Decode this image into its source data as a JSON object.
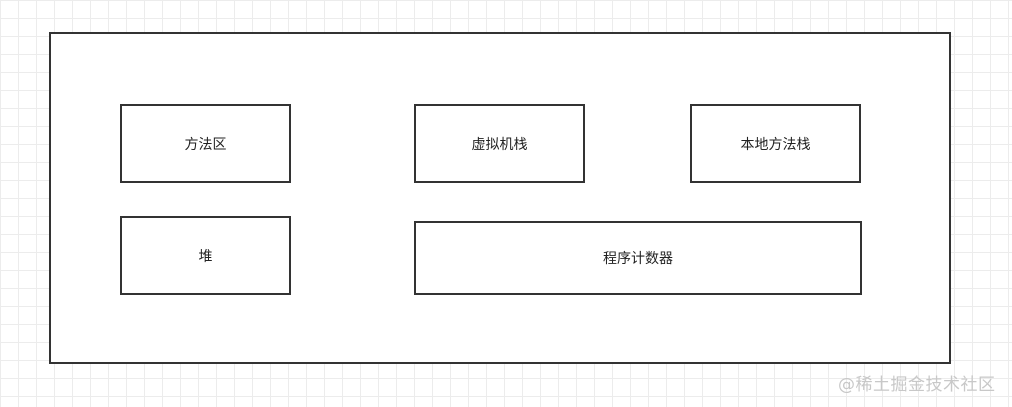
{
  "diagram": {
    "container_label": "",
    "blocks": {
      "method_area": "方法区",
      "vm_stack": "虚拟机栈",
      "native_method_stack": "本地方法栈",
      "heap": "堆",
      "program_counter": "程序计数器"
    }
  },
  "watermark": "@稀土掘金技术社区"
}
